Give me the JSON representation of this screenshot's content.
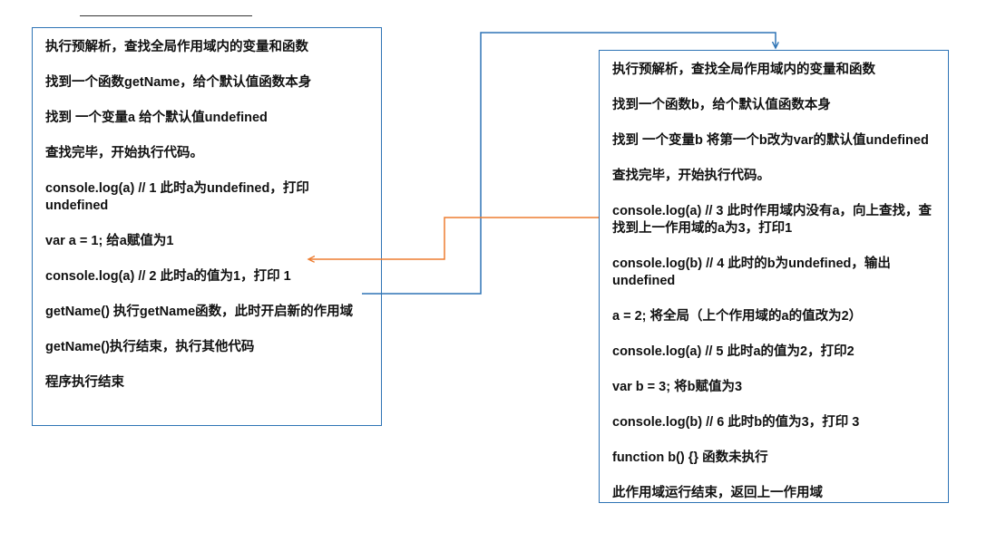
{
  "colors": {
    "box_border": "#2e74b5",
    "blue_arrow": "#2e74b5",
    "orange_arrow": "#ed7d31",
    "text": "#111111"
  },
  "left_box": {
    "lines": [
      "执行预解析，查找全局作用域内的变量和函数",
      "找到一个函数getName，给个默认值函数本身",
      "找到 一个变量a 给个默认值undefined",
      "查找完毕，开始执行代码。",
      "console.log(a) // 1  此时a为undefined，打印undefined",
      "var a = 1; 给a赋值为1",
      "console.log(a) // 2  此时a的值为1，打印 1",
      "getName() 执行getName函数，此时开启新的作用域",
      "getName()执行结束，执行其他代码",
      "程序执行结束"
    ]
  },
  "right_box": {
    "lines": [
      "执行预解析，查找全局作用域内的变量和函数",
      "找到一个函数b，给个默认值函数本身",
      "找到 一个变量b  将第一个b改为var的默认值undefined",
      "查找完毕，开始执行代码。",
      "console.log(a) // 3  此时作用域内没有a，向上查找，查找到上一作用域的a为3，打印1",
      "console.log(b) // 4 此时的b为undefined，输出undefined",
      "a = 2; 将全局（上个作用域的a的值改为2）",
      "console.log(a) // 5  此时a的值为2，打印2",
      "var b = 3; 将b赋值为3",
      "console.log(b) // 6   此时b的值为3，打印 3",
      "function b() {} 函数未执行",
      "此作用域运行结束，返回上一作用域"
    ]
  }
}
